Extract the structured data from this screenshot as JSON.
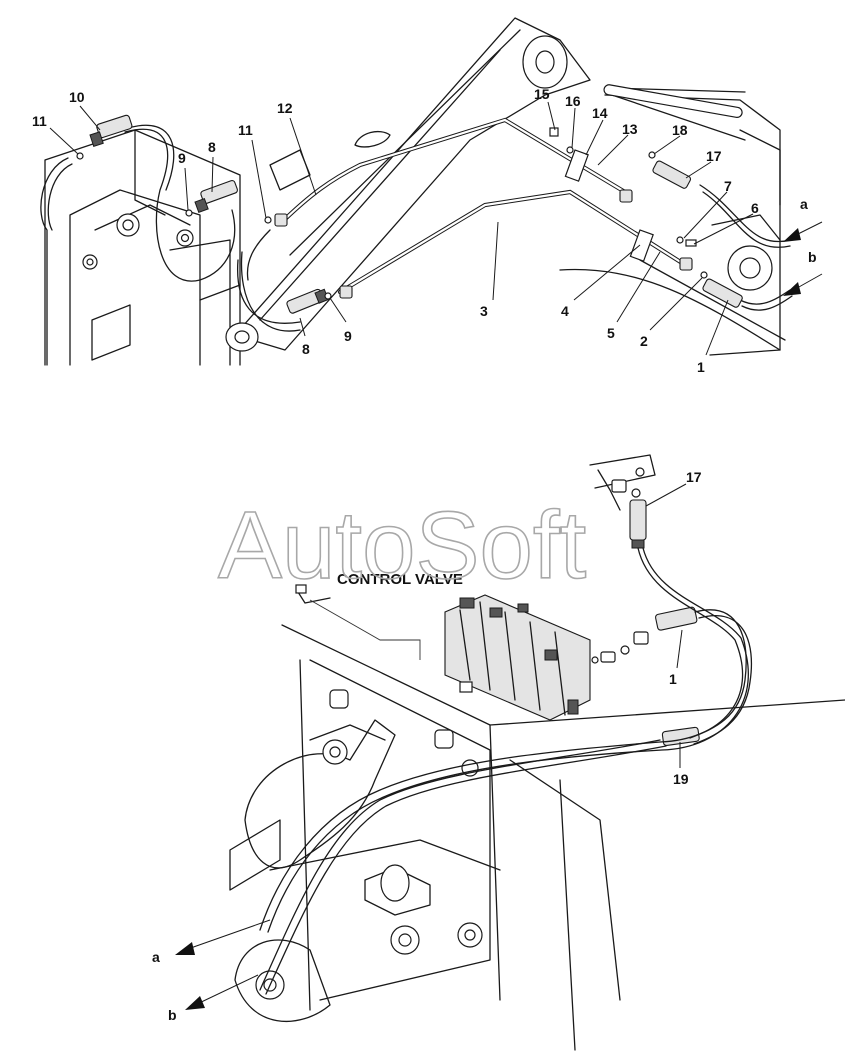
{
  "watermark": "AutoSoft",
  "control_valve_label": "CONTROL VALVE",
  "top_callouts": {
    "c10": "10",
    "c11a": "11",
    "c9a": "9",
    "c8a": "8",
    "c11b": "11",
    "c12": "12",
    "c15": "15",
    "c16": "16",
    "c14": "14",
    "c13": "13",
    "c18": "18",
    "c17": "17",
    "c7": "7",
    "c6": "6",
    "ca": "a",
    "cb": "b",
    "c3": "3",
    "c4": "4",
    "c5": "5",
    "c2": "2",
    "c1": "1",
    "c8b": "8",
    "c9b": "9"
  },
  "bottom_callouts": {
    "c17": "17",
    "c1": "1",
    "c19": "19",
    "ca": "a",
    "cb": "b"
  }
}
